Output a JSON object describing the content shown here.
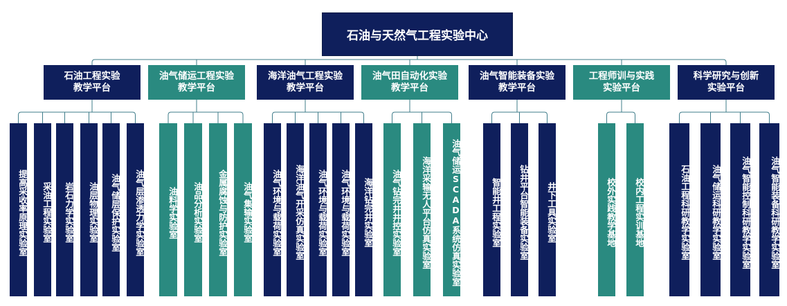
{
  "title": "石油与天然气工程实验中心",
  "colors": {
    "navy": "#0f1f5c",
    "teal": "#2a8a80",
    "line": "#3f7c8a"
  },
  "platforms": [
    {
      "id": "p1",
      "lines": [
        "石油工程实验",
        "教学平台"
      ],
      "color": "navy",
      "labs": [
        "提高采收率原理实验室",
        "采油工程实验室",
        "岩石力学实验室",
        "油层物理实验室",
        "油气储层保护实验室",
        "油气层渗透力学实验室"
      ]
    },
    {
      "id": "p2",
      "lines": [
        "油气储运工程实验",
        "教学平台"
      ],
      "color": "teal",
      "labs": [
        "油料学实验室",
        "油品分析实验室",
        "金属腐蚀与防护实验室",
        "油气集输实验室"
      ]
    },
    {
      "id": "p3",
      "lines": [
        "海洋油气工程实验",
        "教学平台"
      ],
      "color": "navy",
      "labs": [
        "油气环境与载荷实验室",
        "海洋油气开采仿真实验室",
        "油气环境与载荷实验室",
        "油气环境与载荷实验室",
        "海洋钻完井实验室"
      ]
    },
    {
      "id": "p4",
      "lines": [
        "油气田自动化实验",
        "教学平台"
      ],
      "color": "teal",
      "labs": [
        "油气钻完井井控实验室",
        "海洋采输无人平台仿真实验室",
        "油气储运SCADA系统仿真实验室"
      ]
    },
    {
      "id": "p5",
      "lines": [
        "油气智能装备实验",
        "教学平台"
      ],
      "color": "navy",
      "labs": [
        "智能井工程实验室",
        "钻井平台智能装备实验室",
        "井下工具实验室"
      ]
    },
    {
      "id": "p6",
      "lines": [
        "工程师训与实践",
        "实验平台"
      ],
      "color": "teal",
      "labs": [
        "校外实践教学基地",
        "校内工程实训基地"
      ]
    },
    {
      "id": "p7",
      "lines": [
        "科学研究与创新",
        "实验平台"
      ],
      "color": "navy",
      "labs": [
        "石油工程科研教学实验室",
        "油气储运科研教学实验室",
        "油气智能控制科研教学实验室",
        "油气智能装备科研教学实验室"
      ]
    }
  ]
}
